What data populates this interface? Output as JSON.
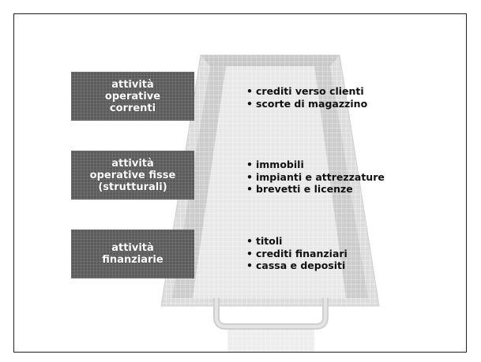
{
  "sections": [
    {
      "label_lines": [
        "attività",
        "operative",
        "correnti"
      ],
      "items": [
        "crediti verso clienti",
        "scorte di magazzino"
      ]
    },
    {
      "label_lines": [
        "attività",
        "operative fisse",
        "(strutturali)"
      ],
      "items": [
        "immobili",
        "impianti e attrezzature",
        "brevetti e licenze"
      ]
    },
    {
      "label_lines": [
        "attività",
        "finanziarie"
      ],
      "items": [
        "titoli",
        "crediti finanziari",
        "cassa e depositi"
      ]
    }
  ],
  "colors": {
    "label_bg": "#5a5a5a",
    "tray_fill": "#d8d8d8",
    "text": "#111111"
  },
  "icons": {
    "background": "drawer-tray-illustration"
  }
}
